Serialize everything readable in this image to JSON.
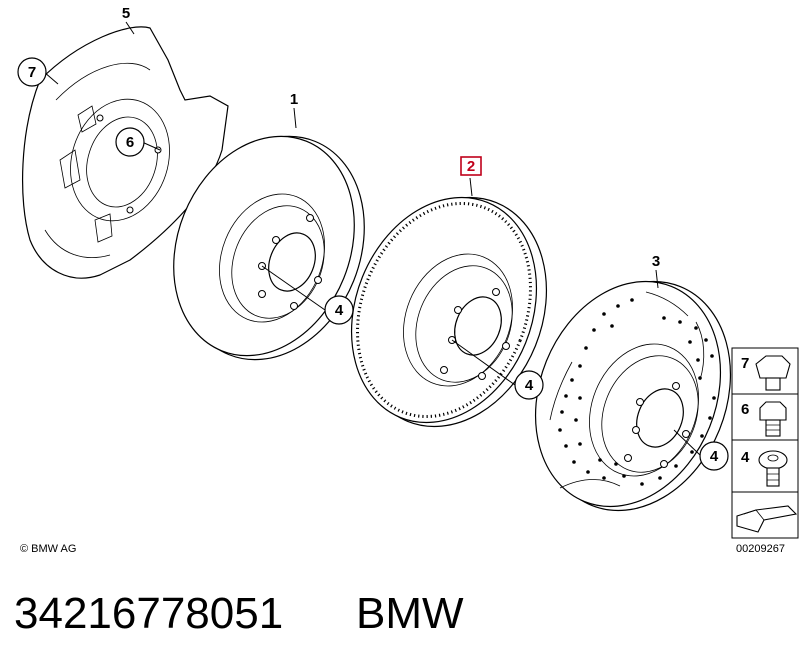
{
  "callouts": {
    "p1": "1",
    "p2": "2",
    "p3": "3",
    "p4a": "4",
    "p4b": "4",
    "p4c": "4",
    "p5": "5",
    "p6": "6",
    "p7": "7"
  },
  "legend": {
    "item7": "7",
    "item6": "6",
    "item4": "4",
    "drawing_no": "00209267"
  },
  "copyright": "© BMW AG",
  "part_number": "34216778051",
  "brand": "BMW",
  "colors": {
    "highlight": "#c0001a",
    "line": "#000000"
  }
}
